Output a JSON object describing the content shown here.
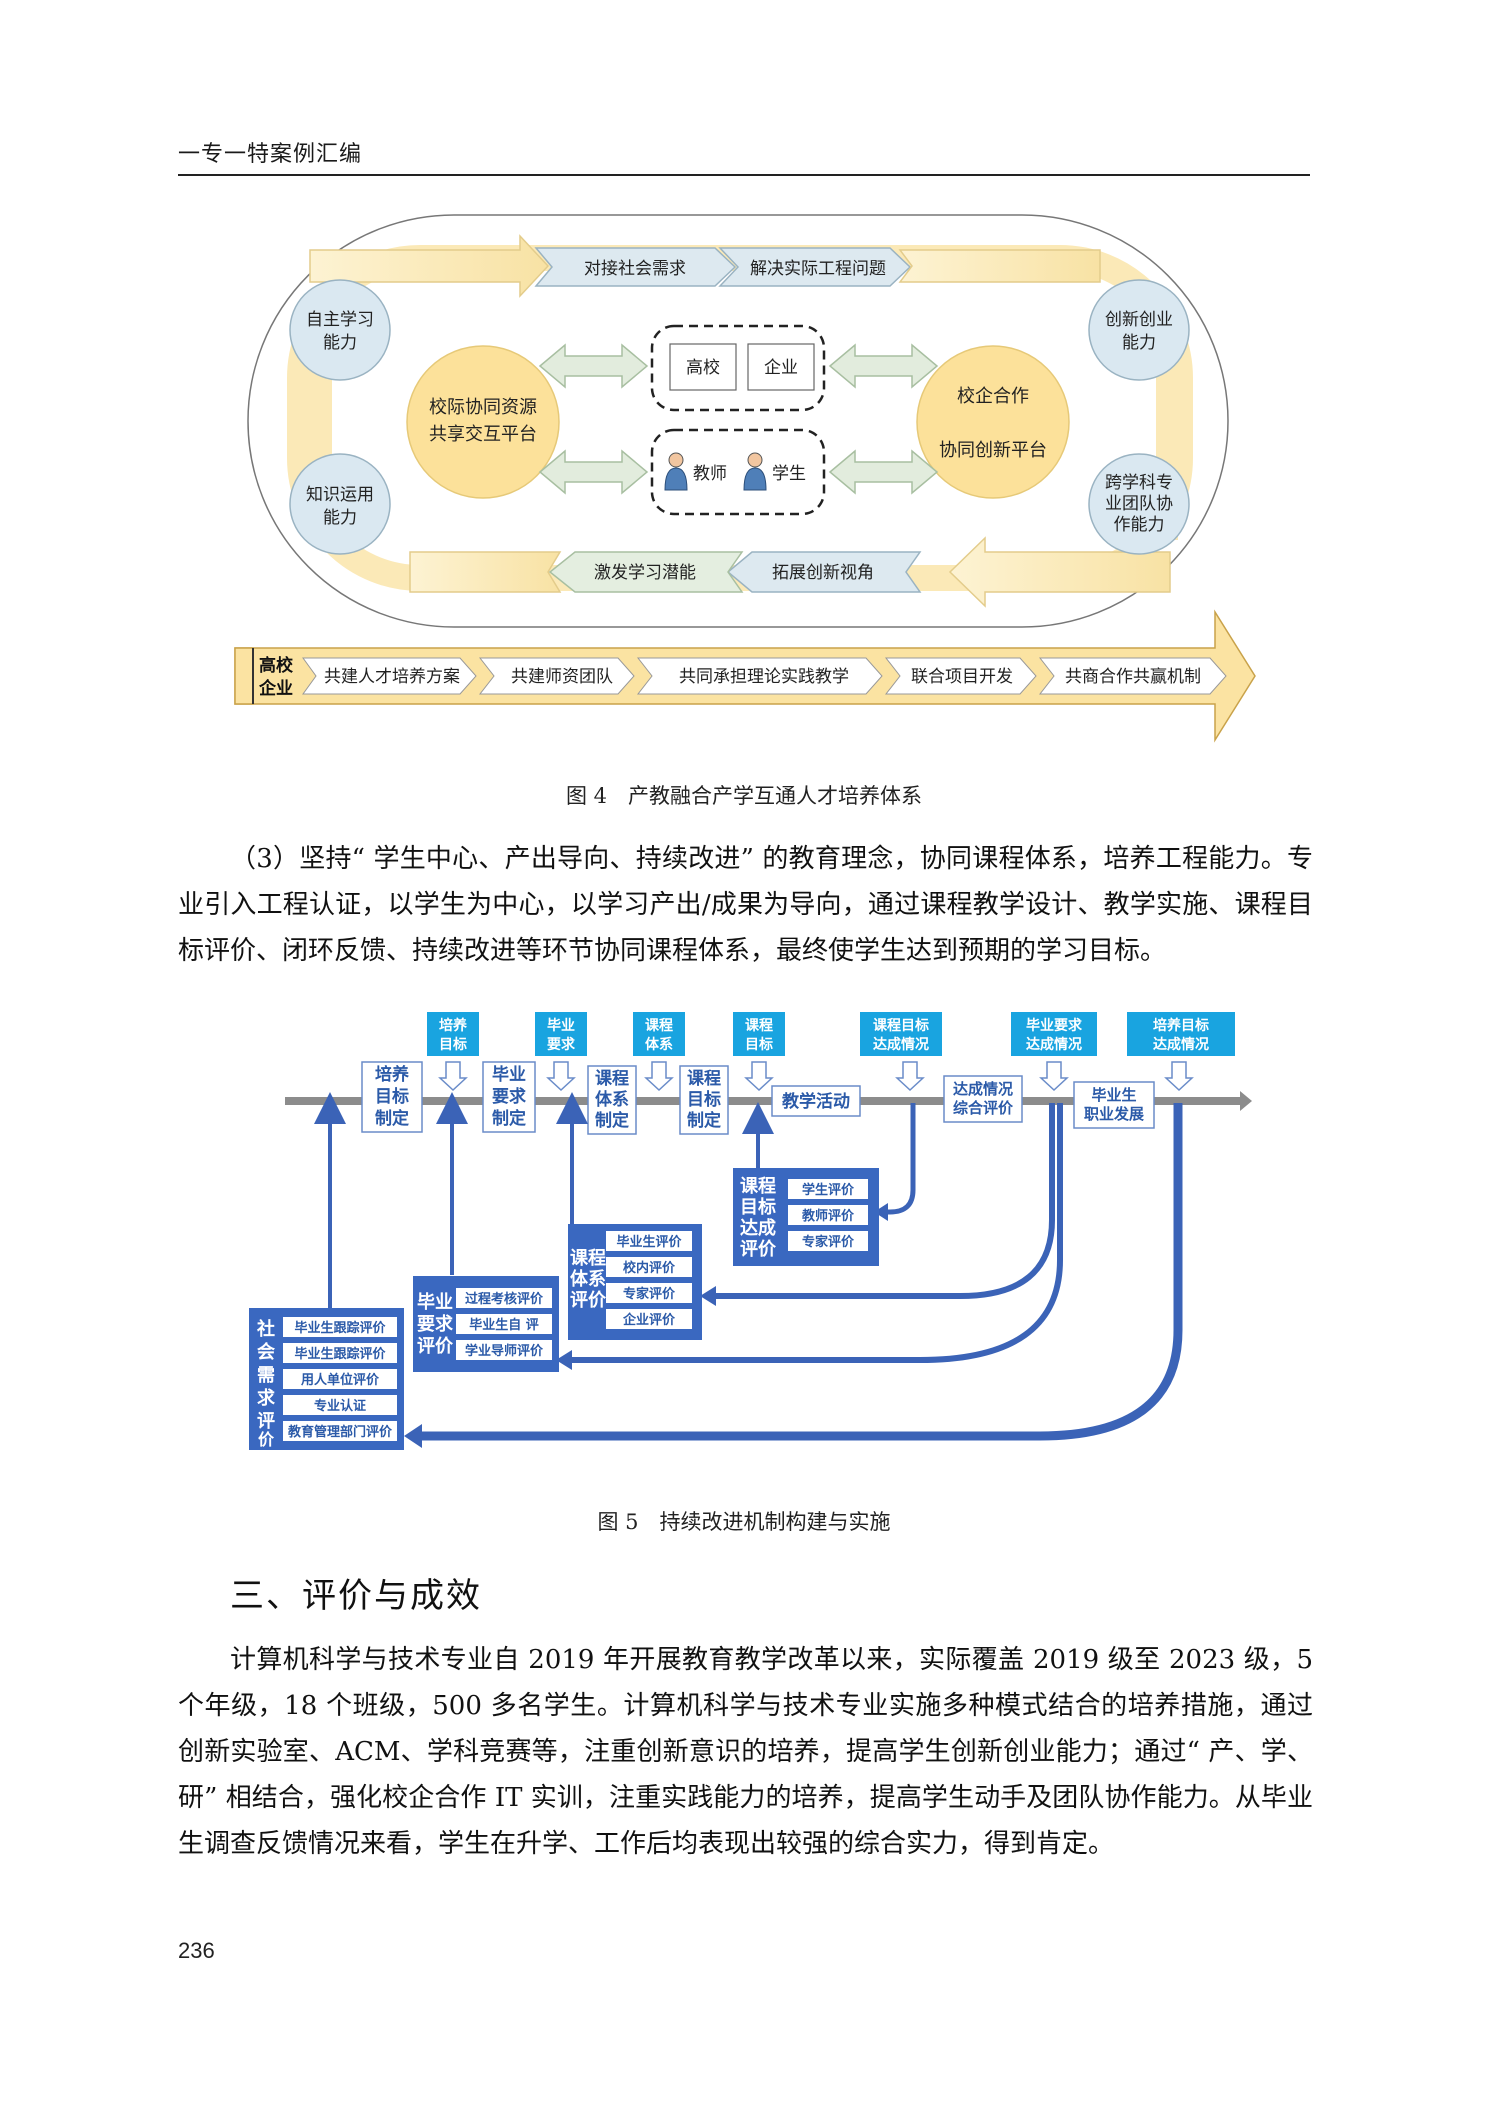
{
  "header": {
    "title": "一专一特案例汇编"
  },
  "fig4": {
    "top_arrow_1": "对接社会需求",
    "top_arrow_2": "解决实际工程问题",
    "bottom_arrow_1": "拓展创新视角",
    "bottom_arrow_2": "激发学习潜能",
    "circle_tl": [
      "自主学习",
      "能力"
    ],
    "circle_bl": [
      "知识运用",
      "能力"
    ],
    "circle_tr": [
      "创新创业",
      "能力"
    ],
    "circle_br": [
      "跨学科专",
      "业团队协",
      "作能力"
    ],
    "big_left": [
      "校际协同资源",
      "共享交互平台"
    ],
    "big_right": [
      "校企合作",
      "协同创新平台"
    ],
    "box_1": "高校",
    "box_2": "企业",
    "person_1": "教师",
    "person_2": "学生",
    "banner_title": [
      "高校",
      "企业"
    ],
    "banner_steps": [
      "共建人才培养方案",
      "共建师资团队",
      "共同承担理论实践教学",
      "联合项目开发",
      "共商合作共赢机制"
    ],
    "caption": "图 4　产教融合产学互通人才培养体系"
  },
  "body": {
    "para1": "（3）坚持“ 学生中心、产出导向、持续改进” 的教育理念，协同课程体系，培养工程能力。专业引入工程认证，以学生为中心，以学习产出/成果为导向，通过课程教学设计、教学实施、课程目标评价、闭环反馈、持续改进等环节协同课程体系，最终使学生达到预期的学习目标。",
    "section_title": "三、评价与成效",
    "para2": "计算机科学与技术专业自 2019 年开展教育教学改革以来，实际覆盖 2019 级至 2023 级，5 个年级，18 个班级，500 多名学生。计算机科学与技术专业实施多种模式结合的培养措施，通过创新实验室、ACM、学科竞赛等，注重创新意识的培养，提高学生创新创业能力；通过“ 产、学、研” 相结合，强化校企合作 IT 实训，注重实践能力的培养，提高学生动手及团队协作能力。从毕业生调查反馈情况来看，学生在升学、工作后均表现出较强的综合实力，得到肯定。"
  },
  "fig5": {
    "tags": [
      [
        "培养",
        "目标"
      ],
      [
        "毕业",
        "要求"
      ],
      [
        "课程",
        "体系"
      ],
      [
        "课程",
        "目标"
      ],
      [
        "课程目标",
        "达成情况"
      ],
      [
        "毕业要求",
        "达成情况"
      ],
      [
        "培养目标",
        "达成情况"
      ]
    ],
    "steps": [
      [
        "培养",
        "目标",
        "制定"
      ],
      [
        "毕业",
        "要求",
        "制定"
      ],
      [
        "课程",
        "体系",
        "制定"
      ],
      [
        "课程",
        "目标",
        "制定"
      ],
      [
        "教学活动"
      ],
      [
        "达成情况",
        "综合评价"
      ],
      [
        "毕业生",
        "职业发展"
      ]
    ],
    "panel_a": {
      "title": [
        "课程",
        "目标",
        "达成",
        "评价"
      ],
      "items": [
        "学生评价",
        "教师评价",
        "专家评价"
      ]
    },
    "panel_b": {
      "title": [
        "课程",
        "体系",
        "评价"
      ],
      "items": [
        "毕业生评价",
        "校内评价",
        "专家评价",
        "企业评价"
      ]
    },
    "panel_c": {
      "title": [
        "毕业",
        "要求",
        "评价"
      ],
      "items": [
        "过程考核评价",
        "毕业生自 评",
        "学业导师评价"
      ]
    },
    "panel_d": {
      "title": [
        "社",
        "会",
        "需",
        "求",
        "评",
        "价"
      ],
      "items": [
        "毕业生跟踪评价",
        "毕业生跟踪评价",
        "用人单位评价",
        "专业认证",
        "教育管理部门评价"
      ]
    },
    "caption": "图 5　持续改进机制构建与实施"
  },
  "footer": {
    "page_number": "236"
  }
}
